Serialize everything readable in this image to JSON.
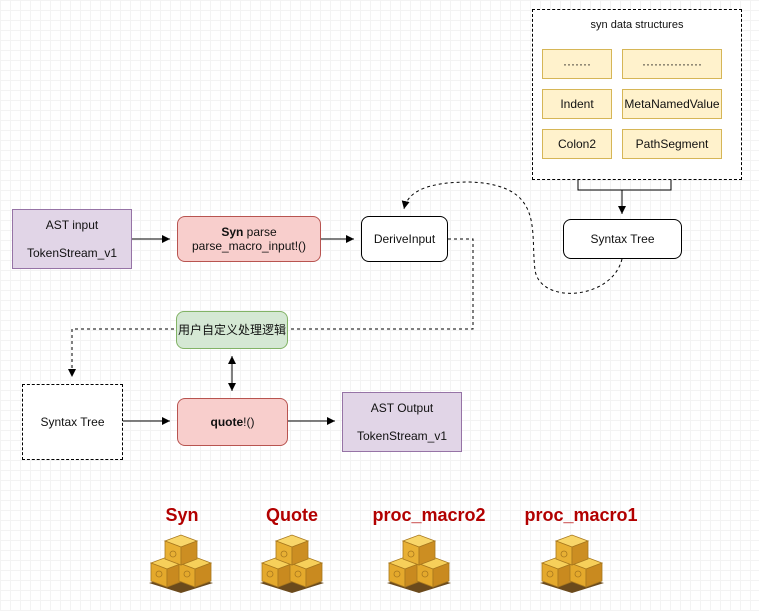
{
  "ast_input": {
    "line1": "AST input",
    "line2": "TokenStream_v1"
  },
  "syn_parse": {
    "bold": "Syn",
    "rest": " parse",
    "line2": "parse_macro_input!()"
  },
  "derive_input": "DeriveInput",
  "custom_logic": "用户自定义处理逻辑",
  "syntax_tree_left": "Syntax Tree",
  "quote_node": {
    "bold": "quote",
    "rest": "!()"
  },
  "ast_output": {
    "line1": "AST Output",
    "line2": "TokenStream_v1"
  },
  "syntax_tree_right": "Syntax Tree",
  "syn_structures": {
    "title": "syn data structures",
    "cells": [
      "·······",
      "···············",
      "Indent",
      "MetaNamedValue",
      "Colon2",
      "PathSegment"
    ]
  },
  "crates": [
    "Syn",
    "Quote",
    "proc_macro2",
    "proc_macro1"
  ],
  "colors": {
    "purple_fill": "#e1d5e7",
    "red_fill": "#f8cecc",
    "green_fill": "#d5e8d4",
    "yellow_fill": "#fff2cc",
    "crate_label": "#b20000"
  }
}
